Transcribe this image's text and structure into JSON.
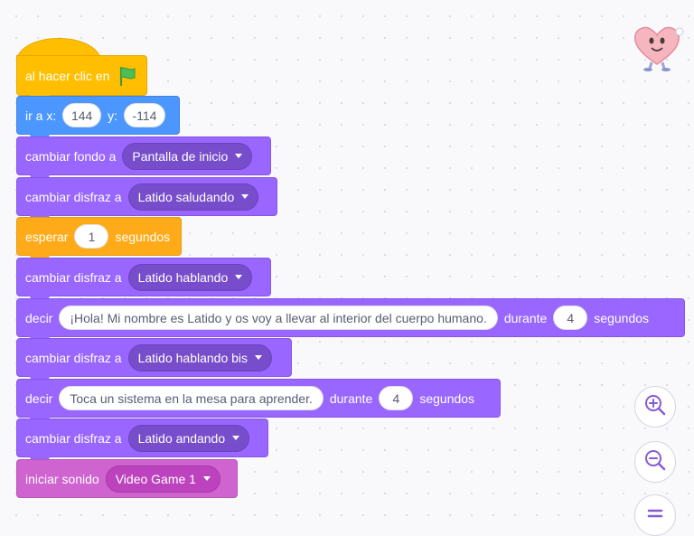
{
  "blocks": {
    "hat": {
      "label": "al hacer clic en"
    },
    "goto": {
      "label": "ir a x:",
      "x": "144",
      "y_label": "y:",
      "y": "-114"
    },
    "backdrop": {
      "label": "cambiar fondo a",
      "value": "Pantalla de inicio"
    },
    "costume1": {
      "label": "cambiar disfraz a",
      "value": "Latido saludando"
    },
    "wait": {
      "label": "esperar",
      "value": "1",
      "unit": "segundos"
    },
    "costume2": {
      "label": "cambiar disfraz a",
      "value": "Latido hablando"
    },
    "say1": {
      "label": "decir",
      "text": "¡Hola! Mi nombre es Latido y os voy a llevar al interior del cuerpo humano.",
      "during": "durante",
      "secs": "4",
      "unit": "segundos"
    },
    "costume3": {
      "label": "cambiar disfraz a",
      "value": "Latido hablando bis"
    },
    "say2": {
      "label": "decir",
      "text": "Toca un sistema en la mesa para aprender.",
      "during": "durante",
      "secs": "4",
      "unit": "segundos"
    },
    "costume4": {
      "label": "cambiar disfraz a",
      "value": "Latido andando"
    },
    "sound": {
      "label": "iniciar sonido",
      "value": "Video Game 1"
    }
  },
  "icons": {
    "flag": "green-flag-icon",
    "zoom_in": "zoom-in-icon",
    "zoom_out": "zoom-out-icon",
    "zoom_reset": "zoom-reset-icon",
    "sprite": "heart-sprite-icon"
  },
  "colors": {
    "events": "#ffbf00",
    "motion": "#4c97ff",
    "looks": "#9966ff",
    "control": "#ffab19",
    "sound": "#cf63cf",
    "flag": "#4cbf56"
  }
}
